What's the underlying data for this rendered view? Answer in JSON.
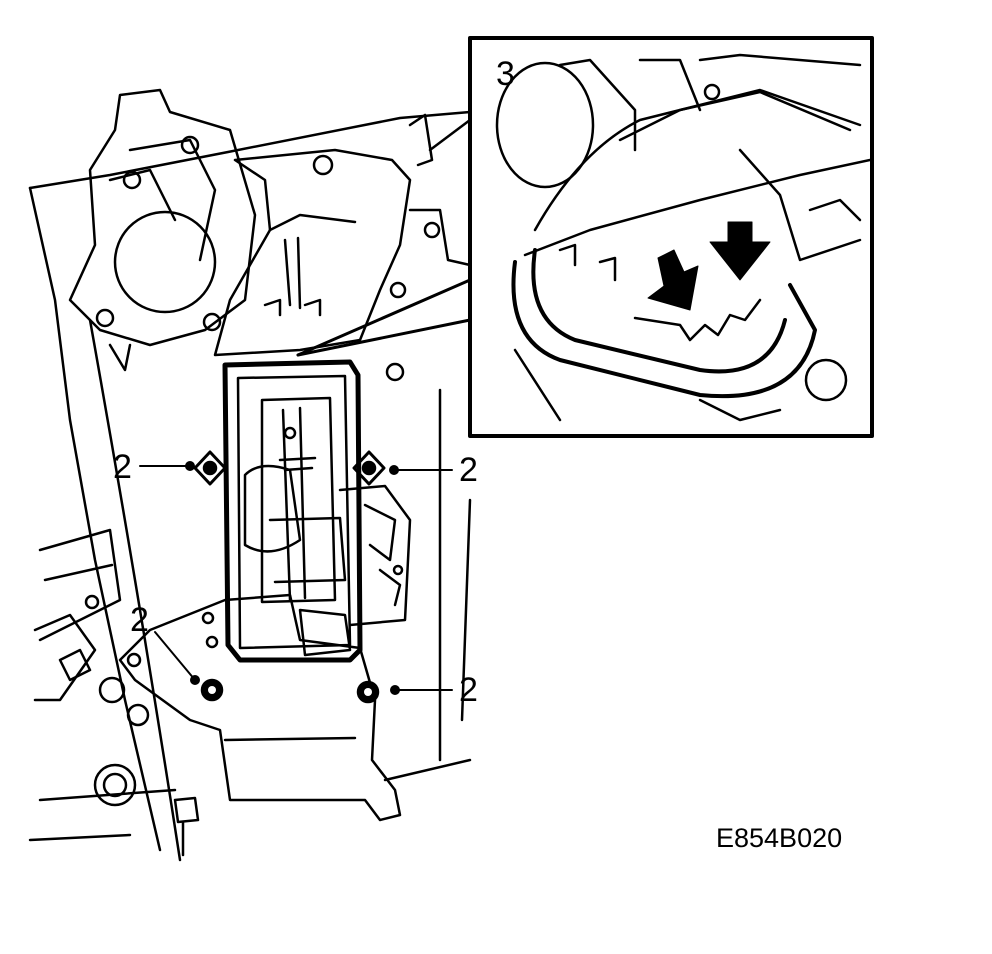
{
  "figure_code": "E854B020",
  "callouts": {
    "inset_part": "3",
    "screw_upper_left": "2",
    "screw_upper_right": "2",
    "screw_lower_left": "2",
    "screw_lower_right": "2"
  },
  "colors": {
    "line": "#000000",
    "background": "#ffffff"
  },
  "icons": {
    "pointer": "down-arrow-icon"
  }
}
